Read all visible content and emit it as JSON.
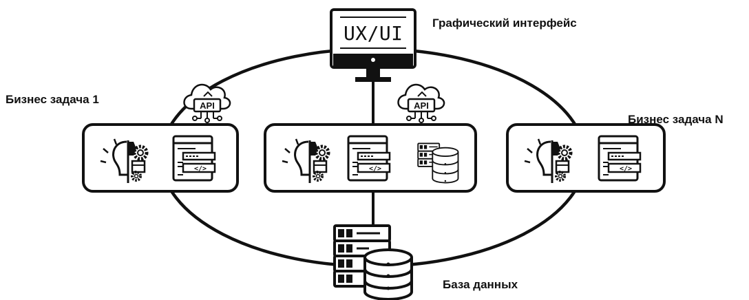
{
  "labels": {
    "gui": "Графический интерфейс",
    "business_task_1": "Бизнес задача 1",
    "business_task_n": "Бизнес задача N",
    "database": "База данных"
  },
  "monitor": {
    "screen_text": "UX/UI"
  },
  "api_cloud": {
    "text": "API"
  },
  "code_tag": {
    "text": "</>"
  },
  "colors": {
    "ink": "#111111",
    "background": "#ffffff"
  }
}
